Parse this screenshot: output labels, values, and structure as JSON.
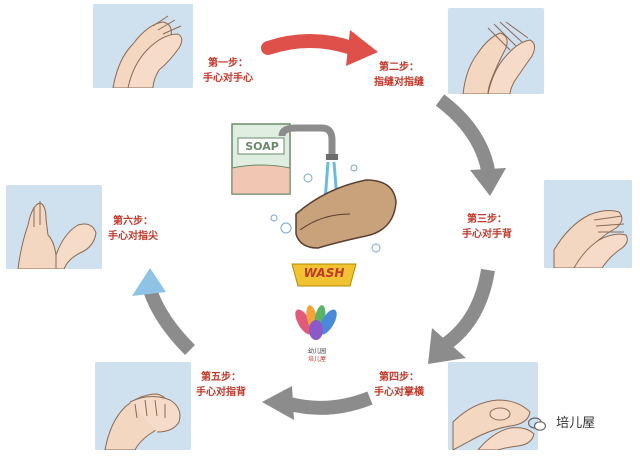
{
  "steps": [
    {
      "title": "第一步：",
      "desc": "手心对手心"
    },
    {
      "title": "第二步：",
      "desc": "指缝对指缝"
    },
    {
      "title": "第三步：",
      "desc": "手心对手背"
    },
    {
      "title": "第四步：",
      "desc": "手心对掌横"
    },
    {
      "title": "第五步：",
      "desc": "手心对指背"
    },
    {
      "title": "第六步：",
      "desc": "手心对指尖"
    }
  ],
  "center": {
    "soap_label": "SOAP",
    "wash_label": "WASH"
  },
  "logo": {
    "line1": "幼儿园",
    "line2": "培儿屋"
  },
  "watermark": {
    "text": "培儿屋"
  },
  "colors": {
    "panel_bg": "#cfe0ef",
    "label_red": "#c0392b",
    "arrow_grey": "#8c8c8c",
    "arrow_red": "#e0504a",
    "arrow_blue": "#8fc3e6"
  }
}
